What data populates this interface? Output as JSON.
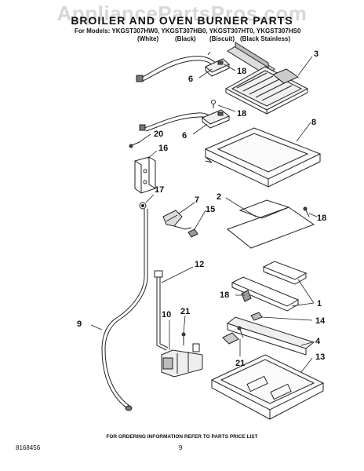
{
  "watermark": "AppliancePartsPros.com",
  "header": {
    "title": "BROILER AND OVEN BURNER PARTS",
    "models_line": "For Models: YKGST307HW0, YKGST307HB0, YKGST307HT0, YKGST307HS0",
    "colors": [
      "(White)",
      "(Black)",
      "(Biscuit)",
      "(Black Stainless)"
    ]
  },
  "callouts": [
    "3",
    "6",
    "18",
    "18",
    "8",
    "20",
    "6",
    "16",
    "17",
    "7",
    "15",
    "2",
    "18",
    "12",
    "18",
    "1",
    "14",
    "9",
    "10",
    "21",
    "4",
    "21",
    "13"
  ],
  "footer": {
    "ordering_text": "FOR ORDERING INFORMATION REFER TO PARTS PRICE LIST",
    "doc_number": "8168456",
    "page_number": "9"
  }
}
